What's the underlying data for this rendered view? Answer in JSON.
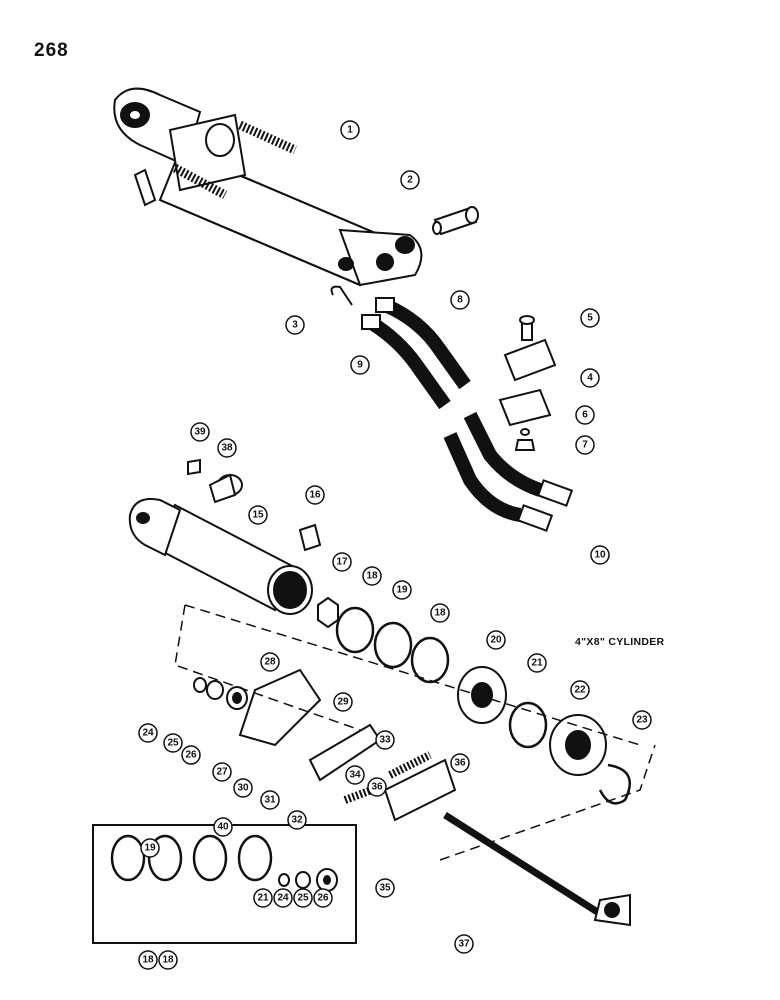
{
  "page_number": "268",
  "cylinder_label": "4\"X8\" CYLINDER",
  "callouts": [
    "1",
    "2",
    "3",
    "4",
    "5",
    "6",
    "7",
    "8",
    "9",
    "10",
    "15",
    "16",
    "17",
    "18",
    "18",
    "18",
    "18",
    "19",
    "19",
    "20",
    "21",
    "21",
    "22",
    "23",
    "24",
    "24",
    "25",
    "25",
    "26",
    "26",
    "27",
    "28",
    "29",
    "30",
    "31",
    "32",
    "33",
    "34",
    "35",
    "36",
    "36",
    "37",
    "38",
    "39",
    "40"
  ]
}
